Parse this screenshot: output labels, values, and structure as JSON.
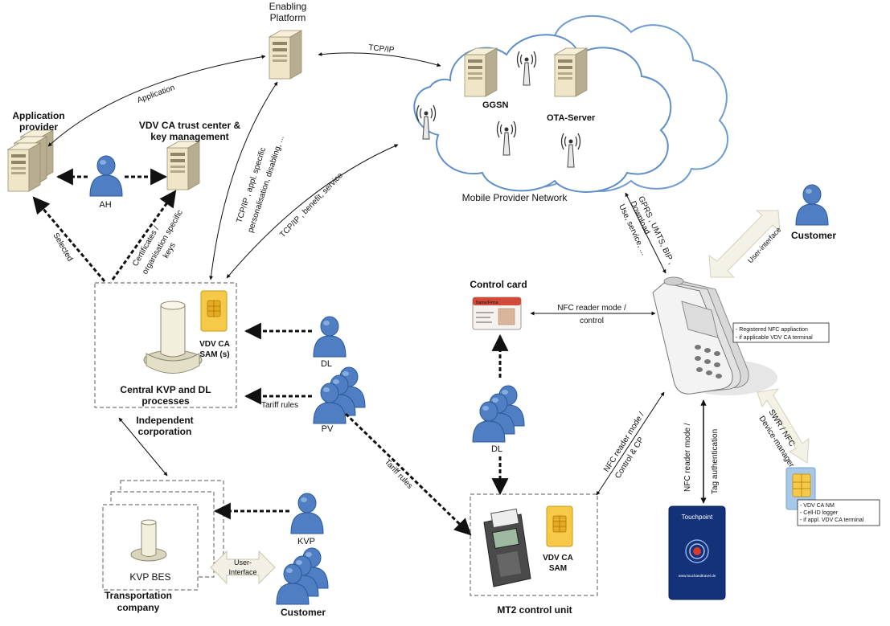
{
  "nodes": {
    "enabling_platform": {
      "line1": "Enabling",
      "line2": "Platform"
    },
    "application_provider": {
      "line1": "Application",
      "line2": "provider"
    },
    "trust_center": {
      "line1": "VDV CA trust center &",
      "line2": "key management"
    },
    "ah": "AH",
    "mobile_network": {
      "label": "Mobile Provider Network",
      "ggsn": "GGSN",
      "ota": "OTA-Server"
    },
    "central": {
      "line1": "Central KVP and DL",
      "line2": "processes",
      "sam_line1": "VDV CA",
      "sam_line2": "SAM (s)",
      "corp_line1": "Independent",
      "corp_line2": "corporation"
    },
    "dl_top": "DL",
    "pv": "PV",
    "dl_mid": "DL",
    "kvp": "KVP",
    "customer_bottom": "Customer",
    "customer_right": "Customer",
    "control_card": {
      "title": "Control card",
      "card_text": "Name/Firma"
    },
    "mt2": {
      "label": "MT2 control unit",
      "sam_line1": "VDV CA",
      "sam_line2": "SAM"
    },
    "transport": {
      "bes": "KVP BES",
      "line1": "Transportation",
      "line2": "company"
    },
    "phone_note": {
      "line1": "- Registered NFC appliaction",
      "line2": "- if applicable VDV CA terminal"
    },
    "sim_note": {
      "line1": "- VDV CA NM",
      "line2": "- Cell-ID logger",
      "line3": "- if appl. VDV CA terminal"
    },
    "touchpoint": {
      "brand": "Touchpoint",
      "url": "www.touchandtravel.de"
    }
  },
  "edges": {
    "application": "Application",
    "tcpip_top": "TCP/IP",
    "tcpip_appl": {
      "line1": "TCP/IP , appl. specific",
      "line2": "personalisation, disabling, ..."
    },
    "tcpip_benefit": "TCP/IP , benefit, service",
    "certs": {
      "line1": "Certificates /",
      "line2": "organisation specific",
      "line3": "keys"
    },
    "selected": "Selected",
    "gprs": {
      "line1": "GPRS , UMTS, BIP ,",
      "line2": "Download",
      "line3": "Use, service, ..."
    },
    "user_interface_right": "User-interface",
    "nfc_card": {
      "line1": "NFC reader mode /",
      "line2": "control"
    },
    "nfc_mt2": {
      "line1": "NFC reader mode /",
      "line2": "Control & CP"
    },
    "nfc_tag": {
      "line1": "NFC reader mode /",
      "line2": "Tag authentication"
    },
    "swr": {
      "line1": "SWR / NFC",
      "line2": "Device-manager"
    },
    "tariff_rules_central": "Tariff rules",
    "tariff_rules_mt2": "Tariff rules",
    "user_interface_bottom": {
      "line1": "User-",
      "line2": "Interface"
    }
  },
  "colors": {
    "server_fill": "#efe6c8",
    "server_shade": "#b7ad90",
    "person_fill": "#4f7fc2",
    "person_dark": "#2b5a9c",
    "cloud_stroke": "#5f8fc8",
    "sam_fill": "#f7c948",
    "hollow_arrow": "#e8e6d4"
  }
}
